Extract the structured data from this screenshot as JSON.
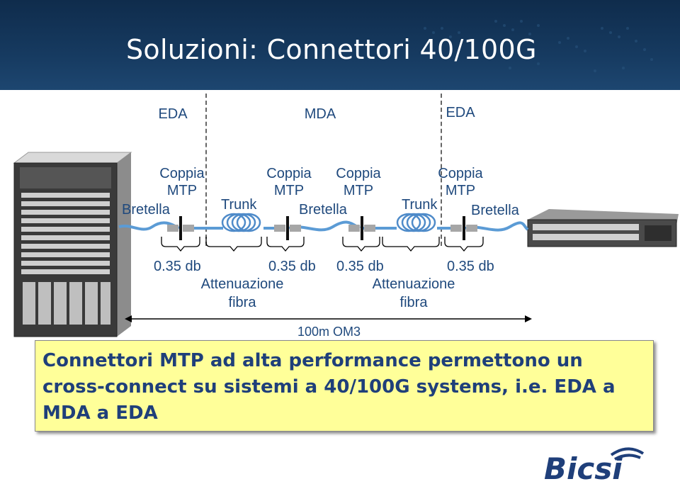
{
  "header": {
    "title": "Soluzioni: Connettori 40/100G"
  },
  "zones": {
    "left": "EDA",
    "middle": "MDA",
    "right": "EDA"
  },
  "labels": {
    "bretella_left": "Bretella",
    "coppia_mtp_1": "Coppia\nMTP",
    "trunk_1": "Trunk",
    "coppia_mtp_2": "Coppia\nMTP",
    "bretella_mid": "Bretella",
    "coppia_mtp_3": "Coppia\nMTP",
    "trunk_2": "Trunk",
    "coppia_mtp_4": "Coppia\nMTP",
    "bretella_right": "Bretella"
  },
  "losses": {
    "loss_1": "0.35 db",
    "loss_2": "0.35 db",
    "loss_3": "0.35 db",
    "loss_4": "0.35 db",
    "fiber_1": "Attenuazione\nfibra",
    "fiber_2": "Attenuazione\nfibra"
  },
  "distance": "100m OM3",
  "callout": "Connettori MTP ad alta performance permettono un cross-connect su sistemi a 40/100G systems, i.e. EDA a MDA a EDA",
  "logo_text": "Bicsi",
  "colors": {
    "header": "#163a60",
    "label": "#1f497d",
    "callout_bg": "#ffff99",
    "cable": "#5b9bd5"
  }
}
